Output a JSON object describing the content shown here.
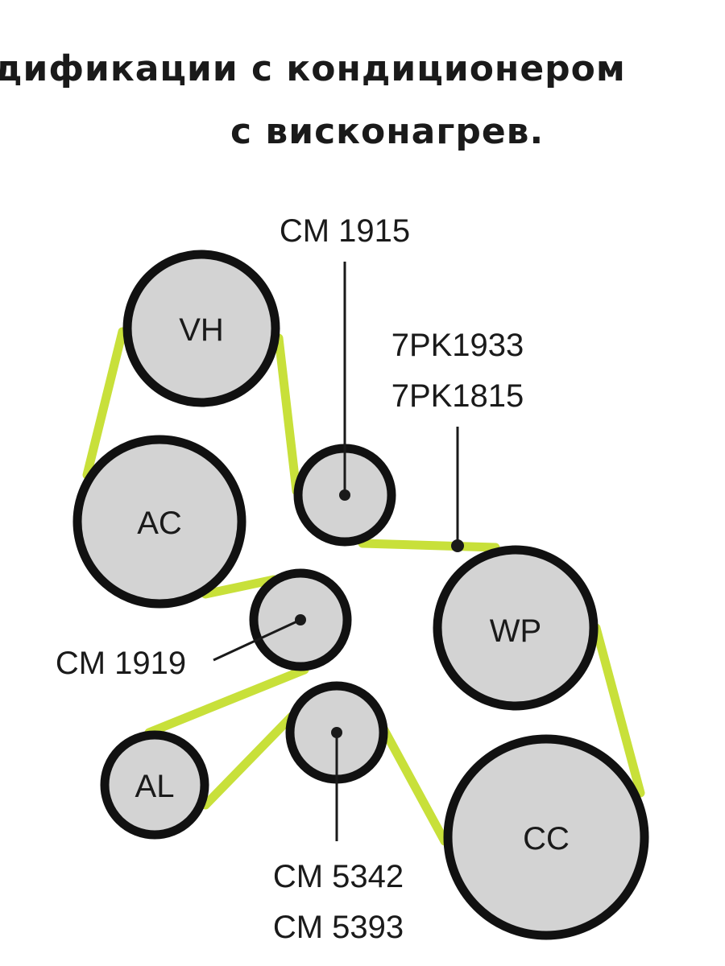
{
  "title": {
    "line1": "дификации с кондиционером",
    "line2": "с висконагрев."
  },
  "diagram": {
    "belt_color": "#c8e03a",
    "pulley_fill": "#d3d3d3",
    "pulley_stroke": "#111111",
    "pulleys": {
      "vh": "VH",
      "ac": "AC",
      "wp": "WP",
      "al": "AL",
      "cc": "CC"
    },
    "callouts": {
      "cm1915": "CM 1915",
      "belt_a": "7PK1933",
      "belt_b": "7PK1815",
      "cm1919": "CM 1919",
      "cm5342": "CM 5342",
      "cm5393": "CM 5393"
    }
  }
}
